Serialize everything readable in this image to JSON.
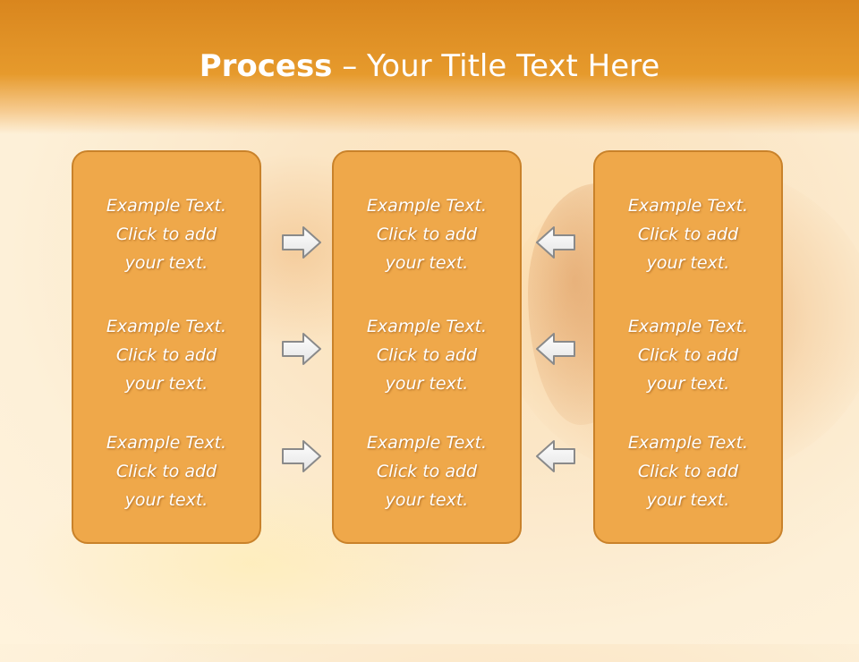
{
  "title": {
    "bold_part": "Process",
    "rest": " – Your Title Text Here"
  },
  "colors": {
    "header": "#e69a2c",
    "panel_fill": "#efa84a",
    "panel_border": "#c9822a",
    "text": "#ffffff"
  },
  "panels": [
    {
      "items": [
        {
          "line1": "Example Text.",
          "line2": "Click  to add",
          "line3": "your text."
        },
        {
          "line1": "Example Text.",
          "line2": "Click  to add",
          "line3": "your text."
        },
        {
          "line1": "Example Text.",
          "line2": "Click  to add",
          "line3": "your text."
        }
      ]
    },
    {
      "items": [
        {
          "line1": "Example Text.",
          "line2": "Click  to add",
          "line3": "your text."
        },
        {
          "line1": "Example Text.",
          "line2": "Click  to add",
          "line3": "your text."
        },
        {
          "line1": "Example Text.",
          "line2": "Click  to add",
          "line3": "your text."
        }
      ]
    },
    {
      "items": [
        {
          "line1": "Example Text.",
          "line2": "Click  to add",
          "line3": "your text."
        },
        {
          "line1": "Example Text.",
          "line2": "Click  to add",
          "line3": "your text."
        },
        {
          "line1": "Example Text.",
          "line2": "Click  to add",
          "line3": "your text."
        }
      ]
    }
  ],
  "arrows": {
    "left_group": [
      "right-arrow-icon",
      "right-arrow-icon",
      "right-arrow-icon"
    ],
    "right_group": [
      "left-arrow-icon",
      "left-arrow-icon",
      "left-arrow-icon"
    ]
  }
}
